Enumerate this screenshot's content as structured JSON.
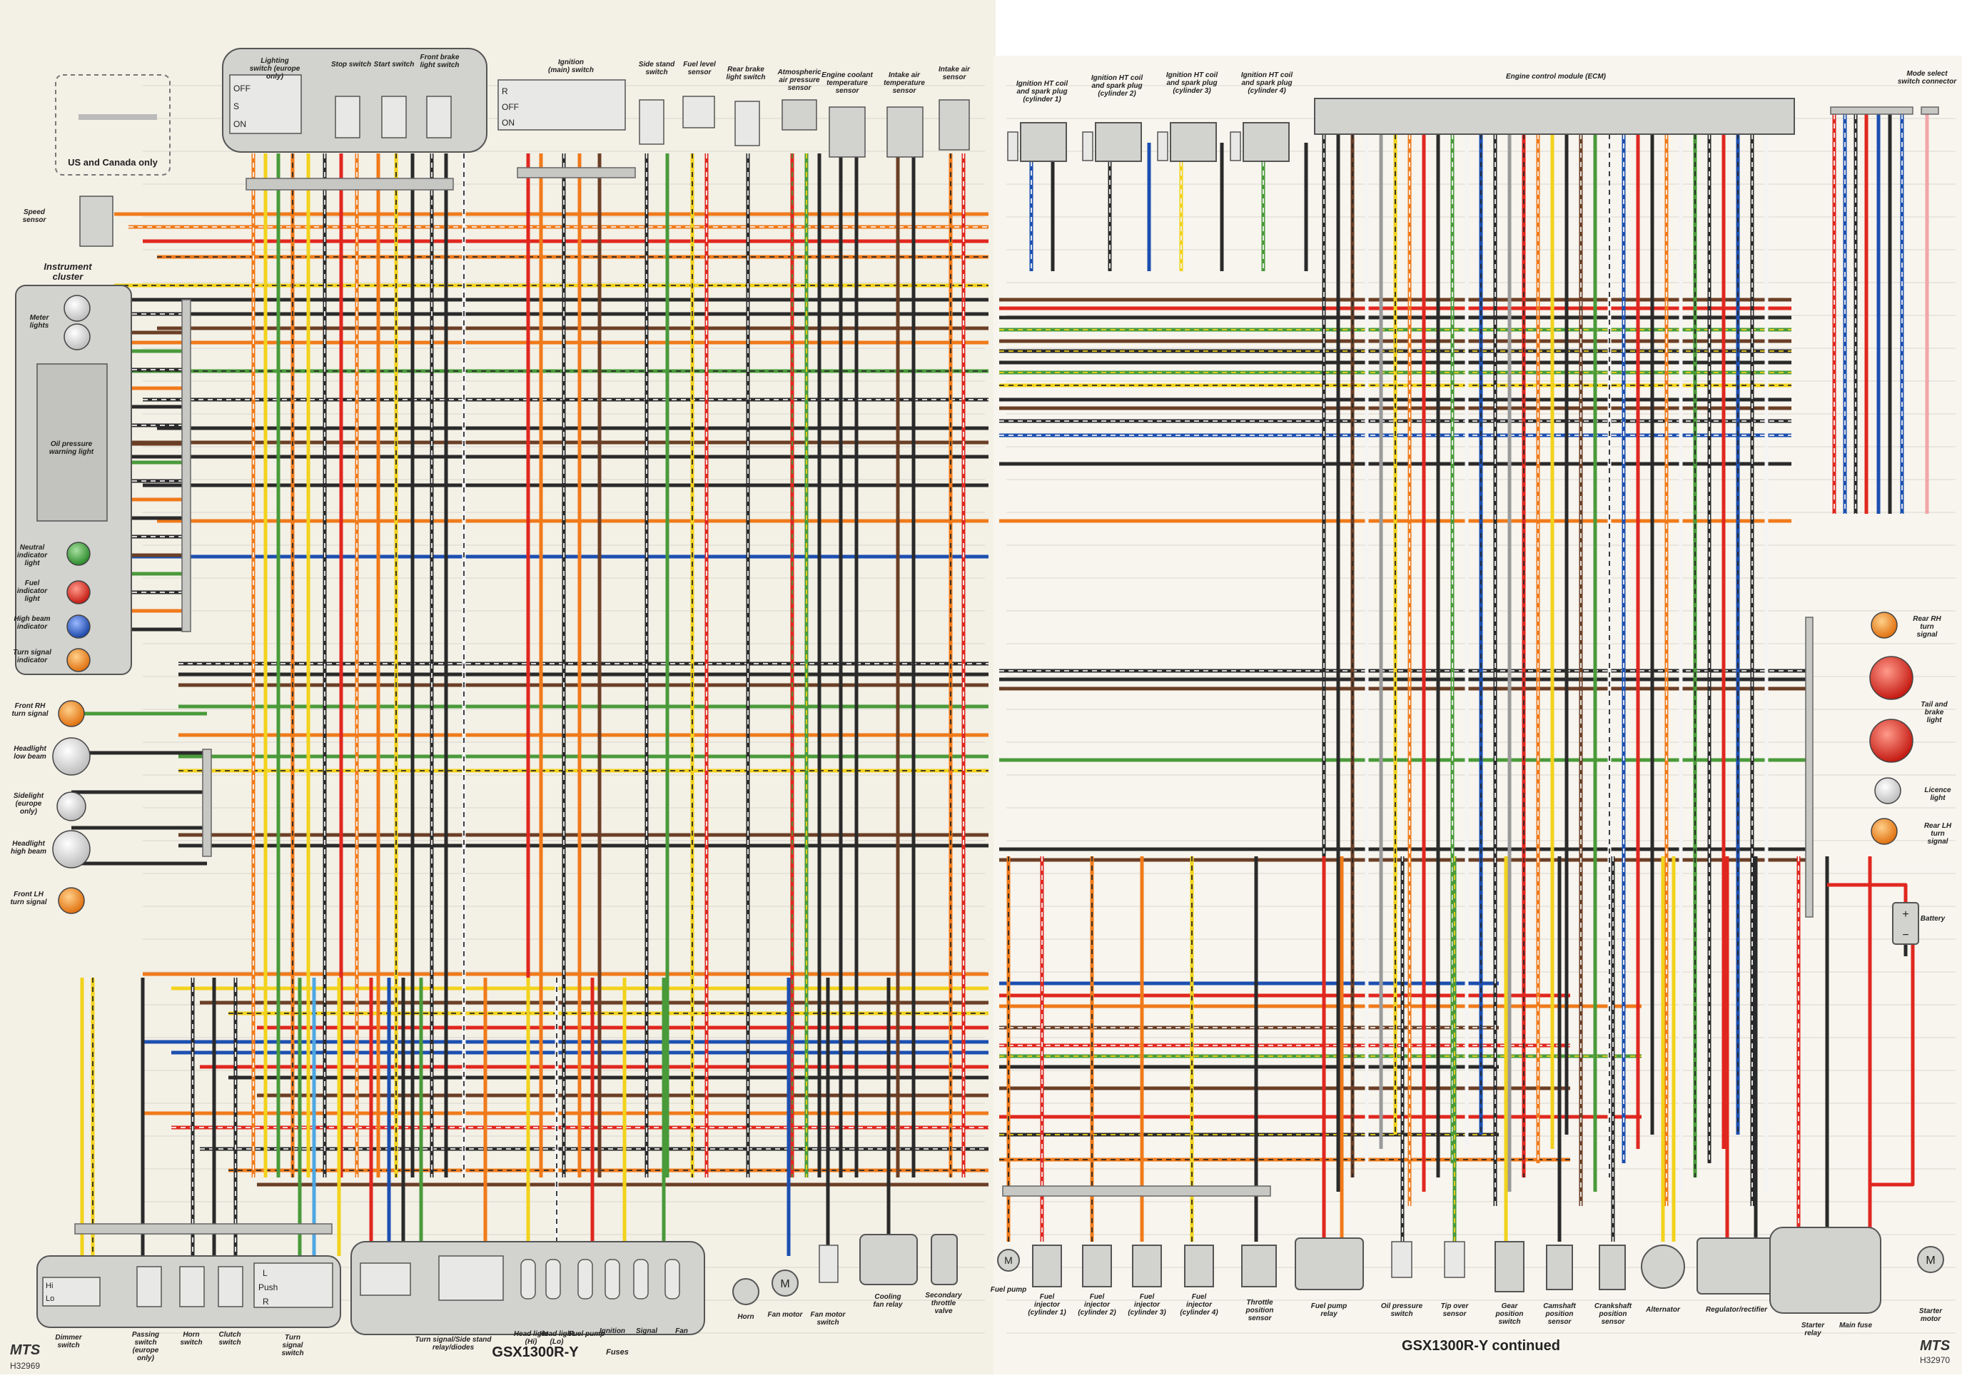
{
  "colors": {
    "page_left": "#f3f0e6",
    "page_right": "#f7f5ee",
    "component_fill": "#d2d2cf",
    "component_stroke": "#555555",
    "grid": "#d9d6cf",
    "black": "#2a2a2a",
    "brown": "#6b3f26",
    "red": "#e0271f",
    "orange": "#f07a1a",
    "yellow": "#f2d21c",
    "green": "#4a9a3a",
    "dark_green": "#2f7d3a",
    "blue": "#1c4fb0",
    "light_blue": "#4ea7e0",
    "pink": "#f0a6a8",
    "grey": "#9a9a9a",
    "white_wire": "#f4f4f4",
    "lamp_orange": "#f08a1e",
    "lamp_red": "#d8261e",
    "lamp_green": "#3a9a3a",
    "lamp_blue": "#2a5cc0",
    "lamp_white": "#e6e6e6"
  },
  "left": {
    "inset_label": "US and Canada only",
    "speed_sensor": "Speed sensor",
    "instrument_cluster": "Instrument cluster",
    "meter_lights": "Meter lights",
    "oil_pressure": "Oil pressure warning light",
    "neutral": "Neutral indicator light",
    "fuel_indicator": "Fuel indicator light",
    "high_beam_indicator": "High beam indicator",
    "turn_signal_indicator": "Turn signal indicator",
    "front_rh": "Front RH turn signal",
    "headlight_low": "Headlight low beam",
    "sidelight": "Sidelight (europe only)",
    "headlight_high": "Headlight high beam",
    "front_lh": "Front LH turn signal",
    "top_labels": [
      "Lighting switch (europe only)",
      "Stop switch",
      "Start switch",
      "Front brake light switch",
      "Ignition (main) switch",
      "Side stand switch",
      "Fuel level sensor",
      "Rear brake light switch",
      "Atmospheric air pressure sensor",
      "Engine coolant temperature sensor",
      "Intake air temperature sensor",
      "Intake air sensor"
    ],
    "lighting_switch_rows": [
      "OFF",
      "S",
      "ON"
    ],
    "ignition_switch_rows": [
      "R",
      "OFF",
      "ON"
    ],
    "bottom_labels": [
      "Dimmer switch",
      "Passing switch (europe only)",
      "Horn switch",
      "Clutch switch",
      "Turn signal switch",
      "Turn signal/Side stand relay/diodes",
      "Head light (Hi)",
      "Head light (Lo)",
      "Fuel pump",
      "Ignition",
      "Signal",
      "Fan",
      "Horn",
      "Fan motor",
      "Fan motor switch",
      "Cooling fan relay",
      "Secondary throttle valve"
    ],
    "dimmer_rows": [
      "Hi",
      "Lo"
    ],
    "turn_switch_rows": [
      "L",
      "Push",
      "R"
    ],
    "fuses_label": "Fuses",
    "motor_symbol": "M",
    "title": "GSX1300R-Y",
    "logo": "MTS",
    "code": "H32969"
  },
  "right": {
    "top_labels": [
      "Ignition HT coil and spark plug (cylinder 1)",
      "Ignition HT coil and spark plug (cylinder 2)",
      "Ignition HT coil and spark plug (cylinder 3)",
      "Ignition HT coil and spark plug (cylinder 4)",
      "Engine control module (ECM)",
      "Mode select switch connector"
    ],
    "right_labels": [
      "Rear RH turn signal",
      "Tail and brake light",
      "Licence light",
      "Rear LH turn signal",
      "Battery"
    ],
    "bottom_labels": [
      "Fuel pump",
      "Fuel injector (cylinder 1)",
      "Fuel injector (cylinder 2)",
      "Fuel injector (cylinder 3)",
      "Fuel injector (cylinder 4)",
      "Throttle position sensor",
      "Fuel pump relay",
      "Oil pressure switch",
      "Tip over sensor",
      "Gear position switch",
      "Camshaft position sensor",
      "Crankshaft position sensor",
      "Alternator",
      "Regulator/rectifier",
      "Starter relay",
      "Main fuse",
      "Starter motor"
    ],
    "battery_plus": "+",
    "battery_minus": "−",
    "motor_symbol": "M",
    "title": "GSX1300R-Y continued",
    "logo": "MTS",
    "code": "H32970"
  }
}
